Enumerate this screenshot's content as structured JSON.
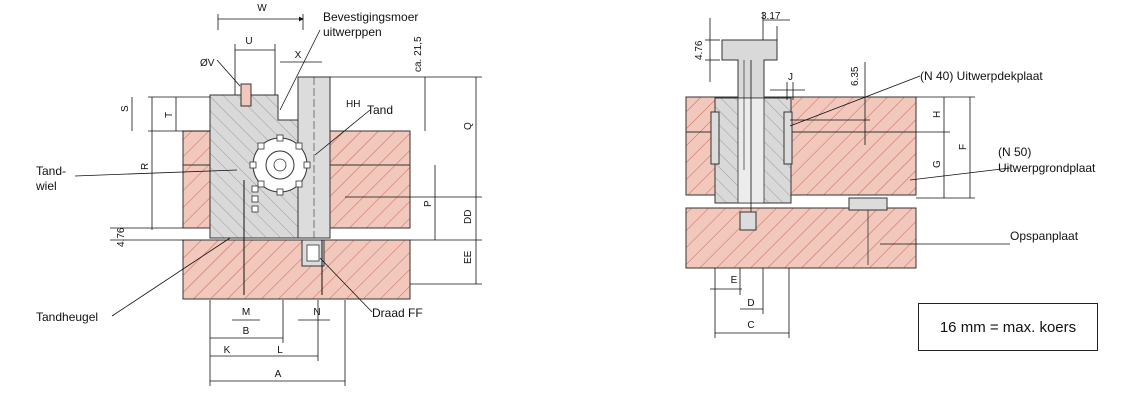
{
  "colors": {
    "plate_fill": "#f2c7bc",
    "hatch": "#c8685a",
    "steel_fill": "#d9d9d9",
    "line": "#222222"
  },
  "left_view": {
    "dims": {
      "W": "W",
      "U": "U",
      "X": "X",
      "ca215": "ca. 21,5",
      "S": "S",
      "T": "T",
      "R": "R",
      "Q": "Q",
      "P": "P",
      "DD": "DD",
      "EE": "EE",
      "v476": "4.76",
      "M": "M",
      "N": "N",
      "B": "B",
      "K": "K",
      "L": "L",
      "A": "A",
      "OV": "ØV",
      "HH": "HH"
    },
    "labels": {
      "bevestigingsmoer_1": "Bevestigingsmoer",
      "bevestigingsmoer_2": "uitwerppen",
      "tand": "Tand",
      "tandwiel_1": "Tand-",
      "tandwiel_2": "wiel",
      "tandheugel": "Tandheugel",
      "draad": "Draad FF"
    }
  },
  "right_view": {
    "dims": {
      "d317": "3.17",
      "v476": "4.76",
      "J": "J",
      "v635": "6.35",
      "H": "H",
      "G": "G",
      "F": "F",
      "E": "E",
      "D": "D",
      "C": "C"
    },
    "labels": {
      "n40": "(N 40) Uitwerpdekplaat",
      "n50_1": "(N 50)",
      "n50_2": "Uitwerpgrondplaat",
      "opspanplaat": "Opspanplaat"
    }
  },
  "note": "16 mm = max. koers"
}
